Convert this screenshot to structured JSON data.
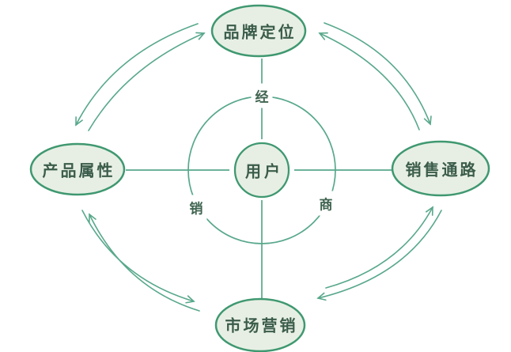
{
  "diagram": {
    "type": "cycle-relationship-diagram",
    "center": {
      "label": "用户"
    },
    "ring": {
      "labels": {
        "top": "经",
        "bottom_left": "销",
        "bottom_right": "商"
      }
    },
    "nodes": [
      {
        "id": "top",
        "label": "品牌定位"
      },
      {
        "id": "left",
        "label": "产品属性"
      },
      {
        "id": "right",
        "label": "销售通路"
      },
      {
        "id": "bottom",
        "label": "市场营销"
      }
    ],
    "edges": [
      {
        "between": [
          "品牌定位",
          "产品属性"
        ],
        "bidirectional": true,
        "style": "double-curved-arrow"
      },
      {
        "between": [
          "品牌定位",
          "销售通路"
        ],
        "bidirectional": true,
        "style": "double-curved-arrow"
      },
      {
        "between": [
          "销售通路",
          "市场营销"
        ],
        "bidirectional": true,
        "style": "double-curved-arrow"
      },
      {
        "between": [
          "市场营销",
          "产品属性"
        ],
        "bidirectional": true,
        "style": "double-curved-arrow"
      }
    ],
    "colors": {
      "node_fill": "#e7efe4",
      "node_border": "#3f9870",
      "connector_line": "#58a88b",
      "text": "#3b5c4a"
    }
  }
}
